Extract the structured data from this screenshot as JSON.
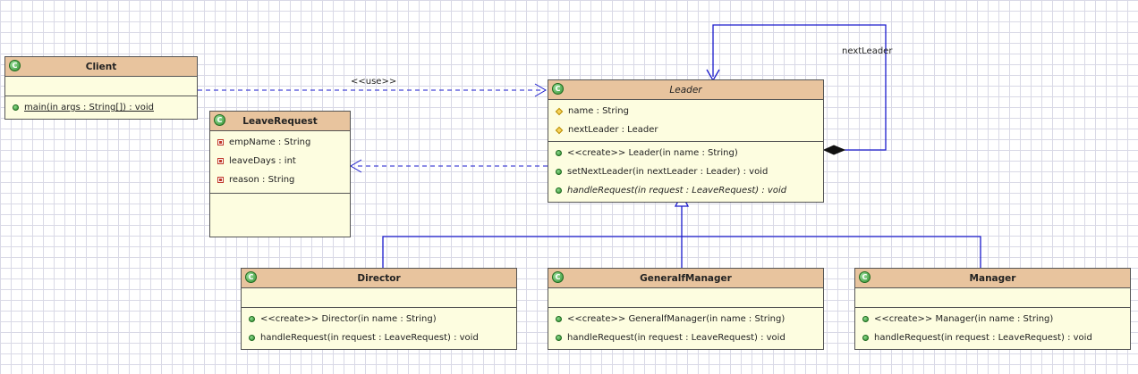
{
  "classes": {
    "client": {
      "name": "Client",
      "abstract": false,
      "attributes": [],
      "operations": [
        {
          "vis": "public",
          "text": "main(in args : String[]) : void",
          "static": true
        }
      ]
    },
    "leave_request": {
      "name": "LeaveRequest",
      "abstract": false,
      "attributes": [
        {
          "vis": "private",
          "text": "empName : String"
        },
        {
          "vis": "private",
          "text": "leaveDays : int"
        },
        {
          "vis": "private",
          "text": "reason : String"
        }
      ],
      "operations": []
    },
    "leader": {
      "name": "Leader",
      "abstract": true,
      "attributes": [
        {
          "vis": "protected",
          "text": "name : String"
        },
        {
          "vis": "protected",
          "text": "nextLeader : Leader"
        }
      ],
      "operations": [
        {
          "vis": "public",
          "text": "<<create>> Leader(in name : String)"
        },
        {
          "vis": "public",
          "text": "setNextLeader(in nextLeader : Leader) : void"
        },
        {
          "vis": "public",
          "text": "handleRequest(in request : LeaveRequest) : void",
          "abstract": true
        }
      ]
    },
    "director": {
      "name": "Director",
      "abstract": false,
      "attributes": [],
      "operations": [
        {
          "vis": "public",
          "text": "<<create>> Director(in name : String)"
        },
        {
          "vis": "public",
          "text": "handleRequest(in request : LeaveRequest) : void"
        }
      ]
    },
    "general_manager": {
      "name": "GeneralfManager",
      "abstract": false,
      "attributes": [],
      "operations": [
        {
          "vis": "public",
          "text": "<<create>> GeneralfManager(in name : String)"
        },
        {
          "vis": "public",
          "text": "handleRequest(in request : LeaveRequest) : void"
        }
      ]
    },
    "manager": {
      "name": "Manager",
      "abstract": false,
      "attributes": [],
      "operations": [
        {
          "vis": "public",
          "text": "<<create>> Manager(in name : String)"
        },
        {
          "vis": "public",
          "text": "handleRequest(in request : LeaveRequest) : void"
        }
      ]
    }
  },
  "relations": {
    "use_label": "<<use>>",
    "self_assoc_label": "nextLeader"
  },
  "colors": {
    "line": "#1a1acc",
    "header": "#e8c49e",
    "body": "#fdfde0"
  }
}
